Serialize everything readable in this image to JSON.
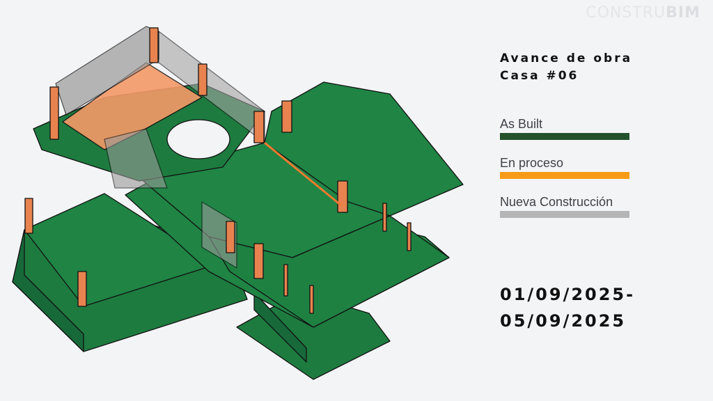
{
  "logo": {
    "part1": "CONSTRU",
    "part2": "BIM"
  },
  "header": {
    "line1": "Avance de obra",
    "line2": "Casa #06"
  },
  "legend": [
    {
      "label": "As Built",
      "color": "#24522c"
    },
    {
      "label": "En proceso",
      "color": "#f79a17"
    },
    {
      "label": "Nueva Construcción",
      "color": "#b5b5b5"
    }
  ],
  "dates": {
    "start": "01/09/2025-",
    "end": "05/09/2025"
  }
}
